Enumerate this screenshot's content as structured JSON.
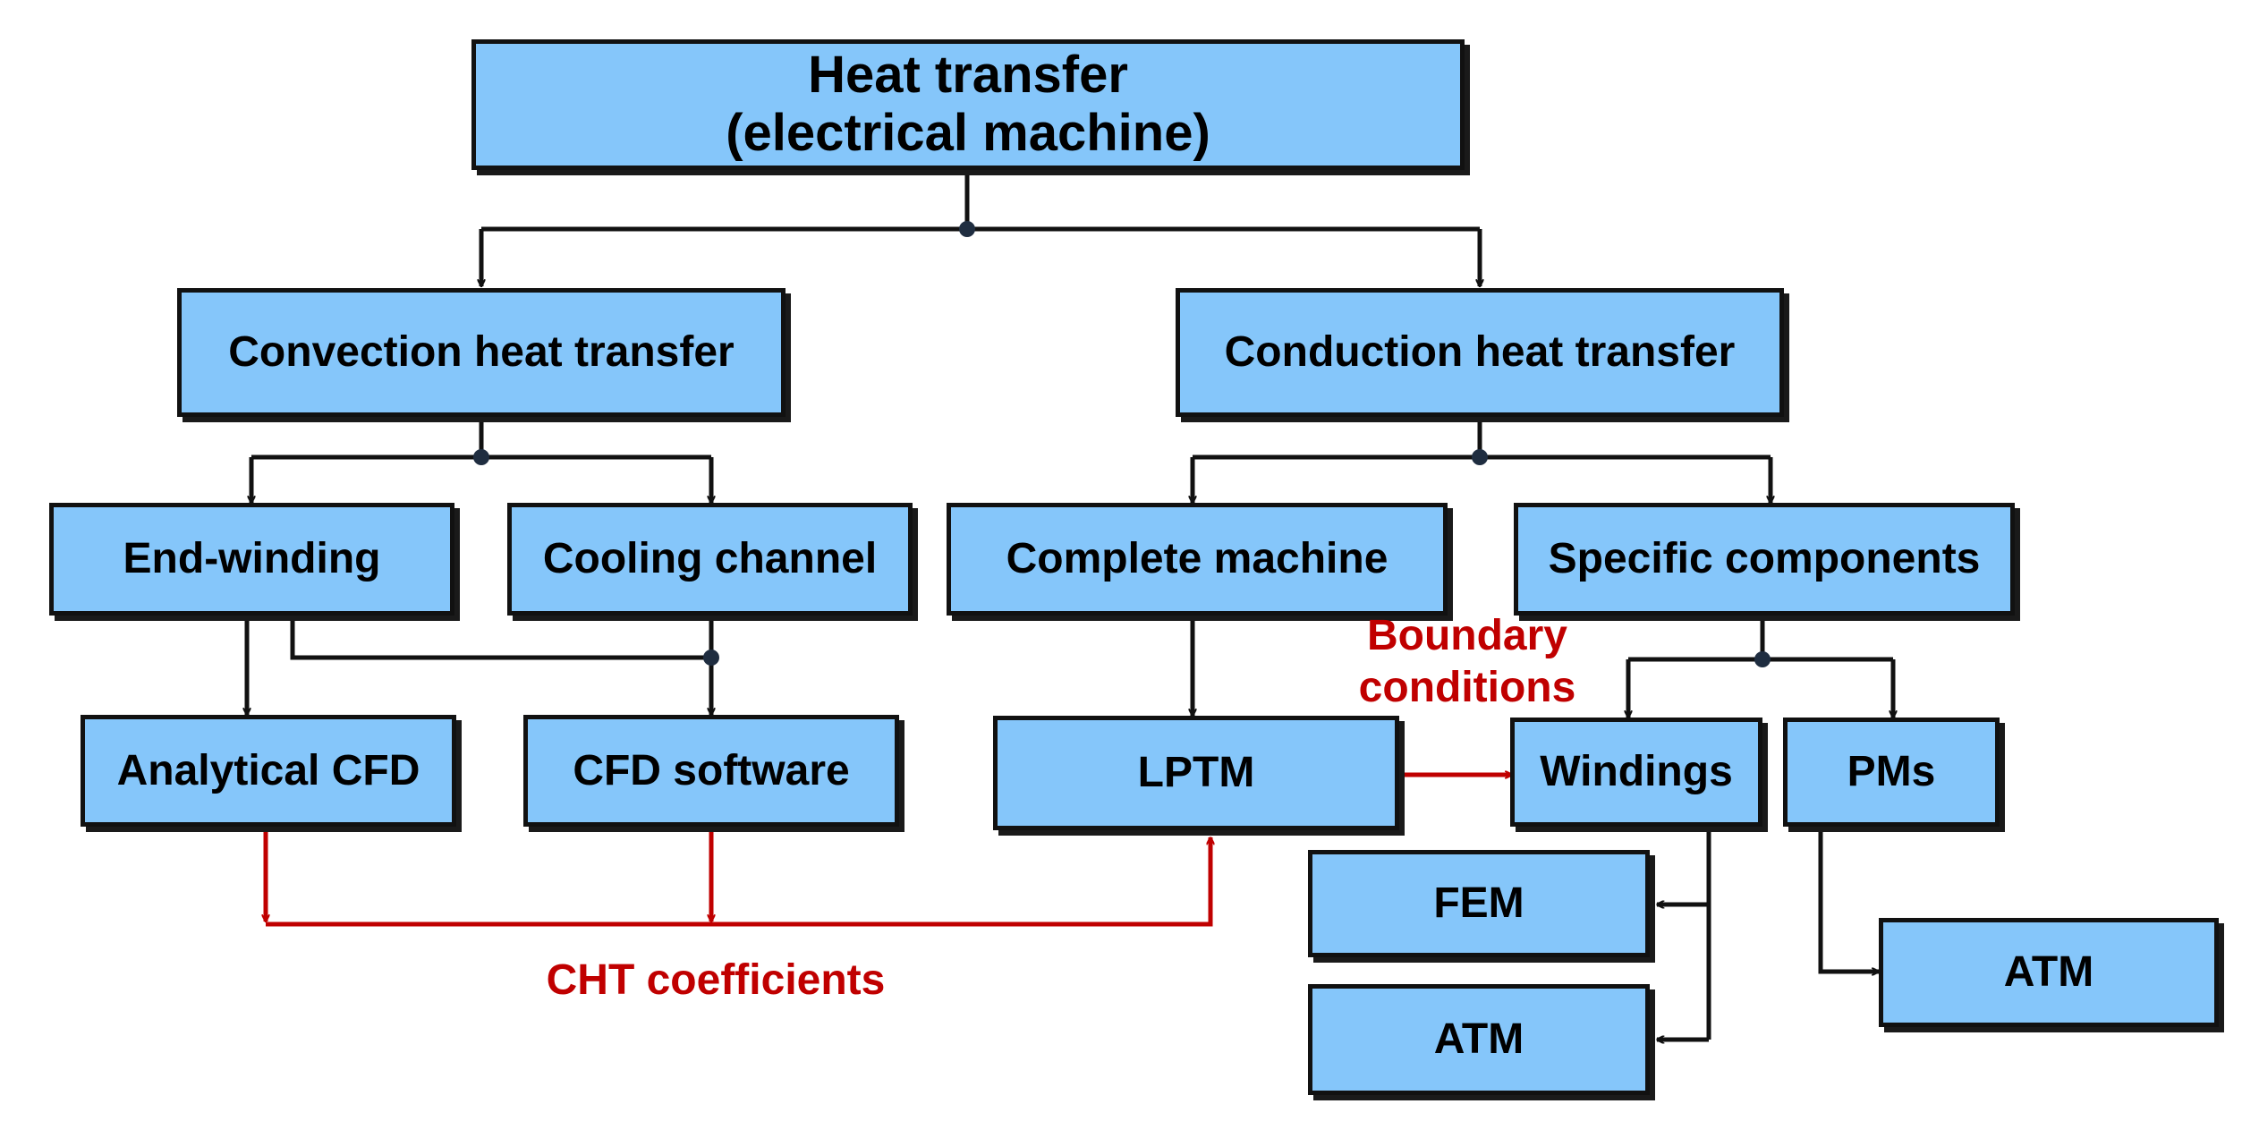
{
  "nodes": {
    "root": {
      "line1": "Heat transfer",
      "line2": "(electrical machine)"
    },
    "convection": "Convection heat transfer",
    "conduction": "Conduction heat transfer",
    "end_winding": "End-winding",
    "cooling_channel": "Cooling channel",
    "complete_machine": "Complete machine",
    "specific_components": "Specific components",
    "analytical_cfd": "Analytical CFD",
    "cfd_software": "CFD software",
    "lptm": "LPTM",
    "windings": "Windings",
    "pms": "PMs",
    "fem": "FEM",
    "atm_windings": "ATM",
    "atm_pms": "ATM"
  },
  "labels": {
    "boundary_line1": "Boundary",
    "boundary_line2": "conditions",
    "cht_coefficients": "CHT coefficients"
  },
  "colors": {
    "box_fill": "#85c6fa",
    "connector_black": "#111111",
    "connector_red": "#c00000"
  }
}
